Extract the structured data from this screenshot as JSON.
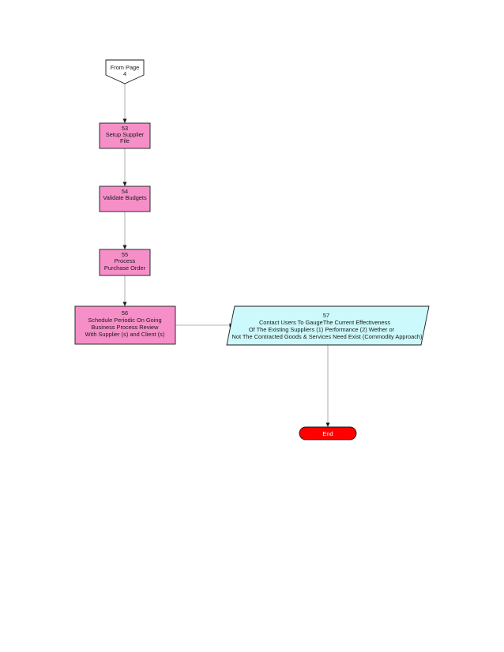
{
  "diagram": {
    "connector_from": {
      "lines": [
        "From Page",
        "4"
      ]
    },
    "steps": [
      {
        "number": "53",
        "lines": [
          "Setup Supplier",
          "File"
        ]
      },
      {
        "number": "54",
        "lines": [
          "Validate Budgets"
        ]
      },
      {
        "number": "55",
        "lines": [
          "Process",
          "Purchase Order"
        ]
      },
      {
        "number": "56",
        "lines": [
          "Schedule Periodic On Going",
          "Business Process Review",
          "With Supplier (s) and Client (s)"
        ]
      }
    ],
    "io_step": {
      "number": "57",
      "lines": [
        "Contact Users To GaugeThe Current Effectiveness",
        "Of The Existing Suppliers (1) Performance (2) Wether or",
        "Not The Contracted Goods & Services Need Exist (Commodity Approach)"
      ]
    },
    "terminator": {
      "label": "End"
    },
    "colors": {
      "process_fill": "#f68fc8",
      "io_fill": "#ccf9fb",
      "end_fill": "#ff0000",
      "stroke": "#1a1a1a",
      "edge": "#9a9a9a"
    }
  }
}
